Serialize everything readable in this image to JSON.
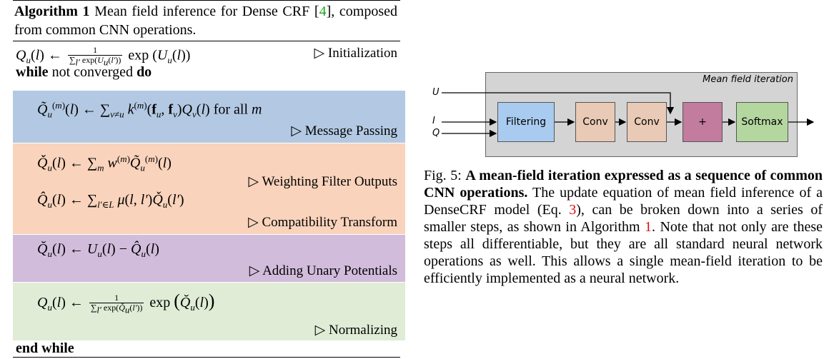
{
  "algorithm": {
    "caption_label": "Algorithm 1",
    "caption_text_a": "Mean field inference for Dense CRF [",
    "caption_cite": "4",
    "caption_text_b": "], composed from common CNN operations.",
    "keyword_while": "while",
    "while_condition": "not converged",
    "keyword_do": "do",
    "keyword_end_while": "end while",
    "comments": {
      "init": "Initialization",
      "message": "Message Passing",
      "weighting": "Weighting Filter Outputs",
      "compat": "Compatibility Transform",
      "unary": "Adding Unary Potentials",
      "normalize": "Normalizing"
    },
    "for_all": "for all"
  },
  "colors": {
    "message_band": "#b3c9e3",
    "weighting_band": "#f9d3bb",
    "unary_band": "#d2bcdb",
    "normalize_band": "#e0ecd6",
    "diagram_bg": "#d4d4d4",
    "filtering": "#a9cbef",
    "conv": "#e9cab6",
    "plus": "#c17c9e",
    "softmax": "#b4d69f"
  },
  "diagram": {
    "title": "Mean field iteration",
    "inputs": [
      "U",
      "I",
      "Q"
    ],
    "blocks": [
      "Filtering",
      "Conv",
      "Conv",
      "+",
      "Softmax"
    ]
  },
  "figure": {
    "label": "Fig. 5:",
    "bold_text": "A mean-field iteration expressed as a sequence of common CNN operations.",
    "text_a": "The update equation of mean field inference of a DenseCRF model (Eq.",
    "eq_ref": "3",
    "text_b": "), can be broken down into a series of smaller steps, as shown in Algorithm",
    "alg_ref": "1",
    "text_c": ". Note that not only are these steps all differentiable, but they are all standard neural network operations as well. This allows a single mean-field iteration to be efficiently implemented as a neural network."
  }
}
